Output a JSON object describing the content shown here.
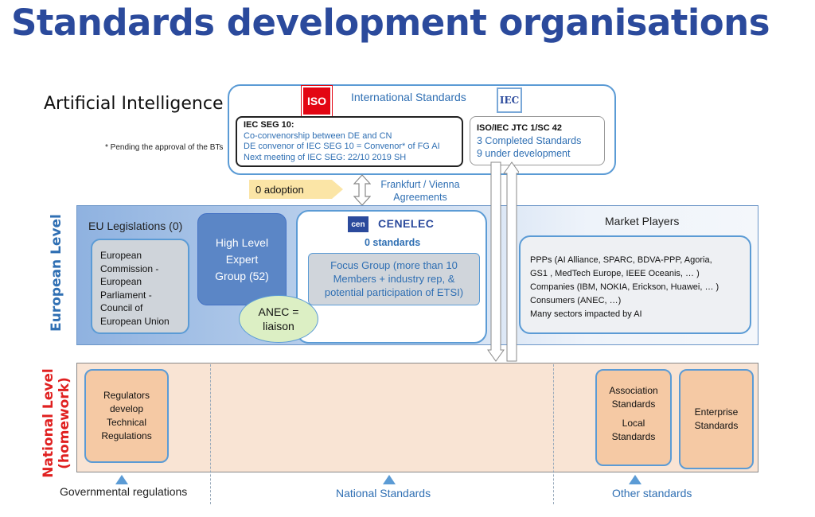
{
  "title": "Standards development organisations",
  "ai": {
    "heading": "Artificial Intelligence",
    "footnote": "* Pending the approval of the BTs",
    "international": {
      "label": "International Standards",
      "iso_logo_text": "ISO",
      "iec_logo_text": "IEC",
      "seg": {
        "heading": "IEC SEG 10:",
        "lines": [
          "Co-convenorship between DE and CN",
          "DE convenor of IEC SEG 10 = Convenor* of FG AI",
          "Next meeting of IEC SEG: 22/10 2019 SH"
        ]
      },
      "jtc": {
        "heading": "ISO/IEC JTC 1/SC 42",
        "lines": [
          "3 Completed Standards",
          "9 under development"
        ]
      }
    },
    "adoption": "0 adoption",
    "agreements": "Frankfurt / Vienna Agreements"
  },
  "european_level": {
    "label": "European Level",
    "eu_legislations": "EU Legislations (0)",
    "institutions": [
      "European",
      "Commission -",
      "European",
      "Parliament -",
      "Council of",
      "European Union"
    ],
    "hleg": [
      "High Level",
      "Expert",
      "Group (52)"
    ],
    "cen_logo_text": "cen",
    "cenelec_logo_text": "CENELEC",
    "cen_standards": "0 standards",
    "focus_group": [
      "Focus Group (more than 10",
      "Members + industry rep, &",
      "potential participation of ETSI)"
    ],
    "anec": [
      "ANEC =",
      "liaison"
    ],
    "market_players": {
      "title": "Market Players",
      "lines": [
        "PPPs (AI Alliance, SPARC, BDVA-PPP, Agoria,",
        "GS1 , MedTech Europe, IEEE Oceanis,  … )",
        "Companies (IBM, NOKIA, Erickson, Huawei, … )",
        "Consumers (ANEC, …)",
        "Many sectors impacted by AI"
      ]
    }
  },
  "national_level": {
    "label_line1": "National Level",
    "label_line2": "(homework)",
    "regulators": [
      "Regulators",
      "develop",
      "Technical",
      "Regulations"
    ],
    "association": [
      "Association",
      "Standards"
    ],
    "local": [
      "Local",
      "Standards"
    ],
    "enterprise": [
      "Enterprise",
      "Standards"
    ],
    "bottom": {
      "governmental": "Governmental regulations",
      "national": "National Standards",
      "other": "Other standards"
    }
  },
  "colors": {
    "title": "#2b4a9c",
    "european_label": "#2f6fb3",
    "national_label": "#e02020",
    "accent_blue": "#5b9bd5",
    "peach": "#f5c9a4"
  }
}
